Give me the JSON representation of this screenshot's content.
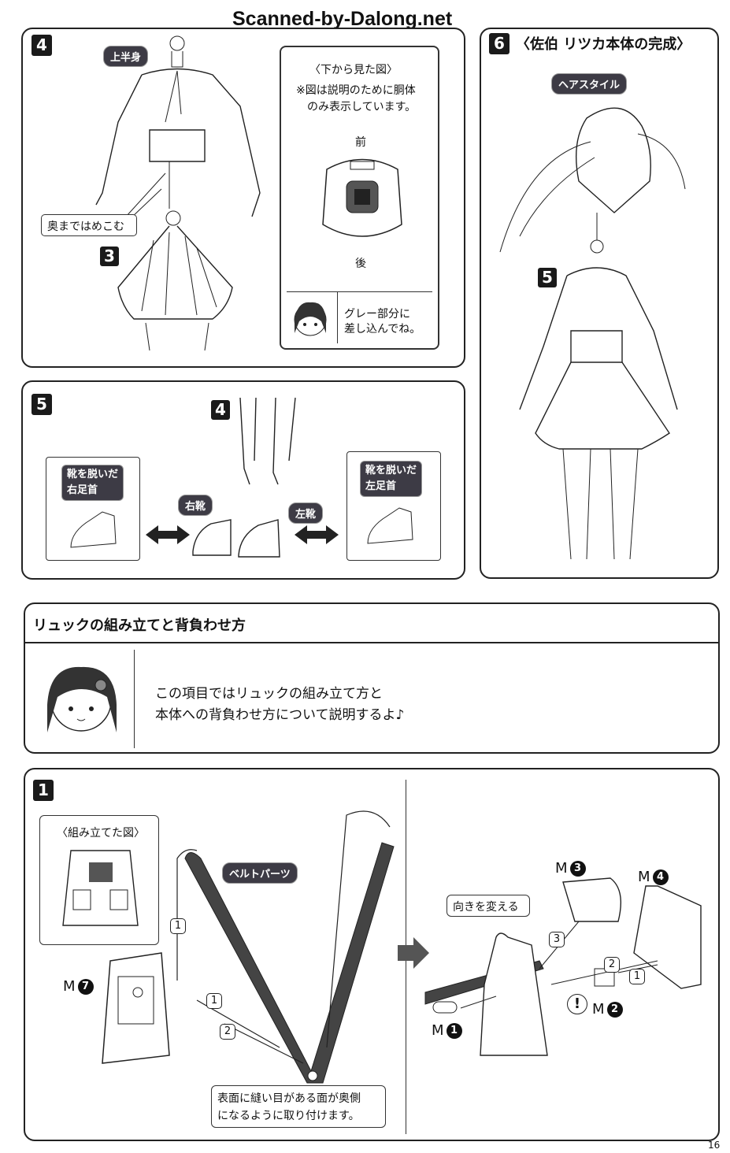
{
  "watermark": "Scanned-by-Dalong.net",
  "step4": {
    "number": "4",
    "upper_body_label": "上半身",
    "callout": "奥まではめこむ",
    "skirt_number": "3",
    "view_box": {
      "title": "〈下から見た図〉",
      "note_line1": "※図は説明のために胴体",
      "note_line2": "のみ表示しています。",
      "front": "前",
      "back": "後",
      "tip_line1": "グレー部分に",
      "tip_line2": "差し込んでね。"
    }
  },
  "step6": {
    "number": "6",
    "title": "〈佐伯 リツカ本体の完成〉",
    "hair_label": "ヘアスタイル",
    "body_number": "5"
  },
  "step5": {
    "number": "5",
    "legs_number": "4",
    "right_box_line1": "靴を脱いだ",
    "right_box_line2": "右足首",
    "left_box_line1": "靴を脱いだ",
    "left_box_line2": "左足首",
    "right_shoe": "右靴",
    "left_shoe": "左靴"
  },
  "backpack_section": {
    "title": "リュックの組み立てと背負わせ方",
    "line1": "この項目ではリュックの組み立て方と",
    "line2": "本体への背負わせ方について説明するよ♪"
  },
  "step1": {
    "number": "1",
    "assembled_label": "〈組み立てた図〉",
    "belt_label": "ベルトパーツ",
    "m7": "M",
    "m7_num": "7",
    "seq1": "1",
    "seq2": "2",
    "note_line1": "表面に縫い目がある面が奥側",
    "note_line2": "になるように取り付けます。",
    "change_direction": "向きを変える",
    "m1": "M",
    "m1_num": "1",
    "m2": "M",
    "m2_num": "2",
    "m3": "M",
    "m3_num": "3",
    "m4": "M",
    "m4_num": "4",
    "caution": "!",
    "r1": "1",
    "r2": "2",
    "r3": "3"
  },
  "page_number": "16"
}
